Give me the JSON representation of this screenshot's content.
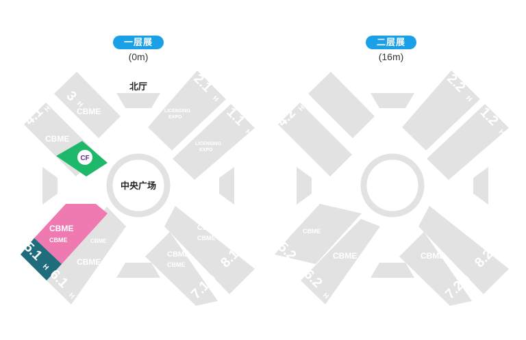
{
  "colors": {
    "hall": "#e2e2e2",
    "pill": "#1aa0e6",
    "green": "#1eb86a",
    "pink": "#ef79b1",
    "teal": "#1f6d7c",
    "text": "#222222"
  },
  "floor1": {
    "title": "一层展",
    "height": "(0m)",
    "north_hall": "北厅",
    "plaza": "中央广场",
    "halls": {
      "h3": "3",
      "h41": "4.1",
      "h21": "2.1",
      "h11": "1.1",
      "h51": "5.1",
      "h61": "6.1",
      "h71": "7.1",
      "h81": "8.1"
    },
    "unit": "H",
    "brands": {
      "cbme": "CBME",
      "cf": "CF",
      "licensing": "LICENSING",
      "expo": "EXPO"
    }
  },
  "floor2": {
    "title": "二层展",
    "height": "(16m)",
    "halls": {
      "h42": "4.2",
      "h22": "2.2",
      "h12": "1.2",
      "h52": "5.2",
      "h62": "6.2",
      "h72": "7.2",
      "h82": "8.2"
    },
    "unit": "H",
    "brands": {
      "cbme": "CBME"
    }
  }
}
